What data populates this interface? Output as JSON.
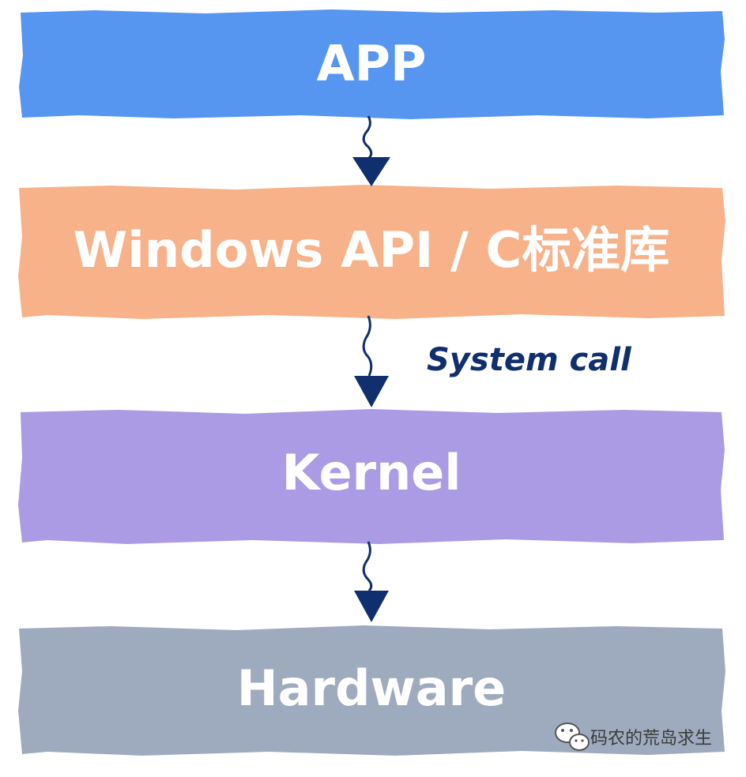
{
  "colors": {
    "app": "#5696f0",
    "api": "#f8b28a",
    "kernel": "#ab9be4",
    "hardware": "#9eabbf",
    "arrow": "#102f6e",
    "text": "#ffffff"
  },
  "layers": [
    {
      "id": "app",
      "label": "APP"
    },
    {
      "id": "api",
      "label": "Windows API / C标准库"
    },
    {
      "id": "kernel",
      "label": "Kernel"
    },
    {
      "id": "hardware",
      "label": "Hardware"
    }
  ],
  "arrows": [
    {
      "from": "app",
      "to": "api",
      "label": ""
    },
    {
      "from": "api",
      "to": "kernel",
      "label": "System call"
    },
    {
      "from": "kernel",
      "to": "hardware",
      "label": ""
    }
  ],
  "watermark": {
    "icon": "wechat-icon",
    "text": "码农的荒岛求生"
  }
}
